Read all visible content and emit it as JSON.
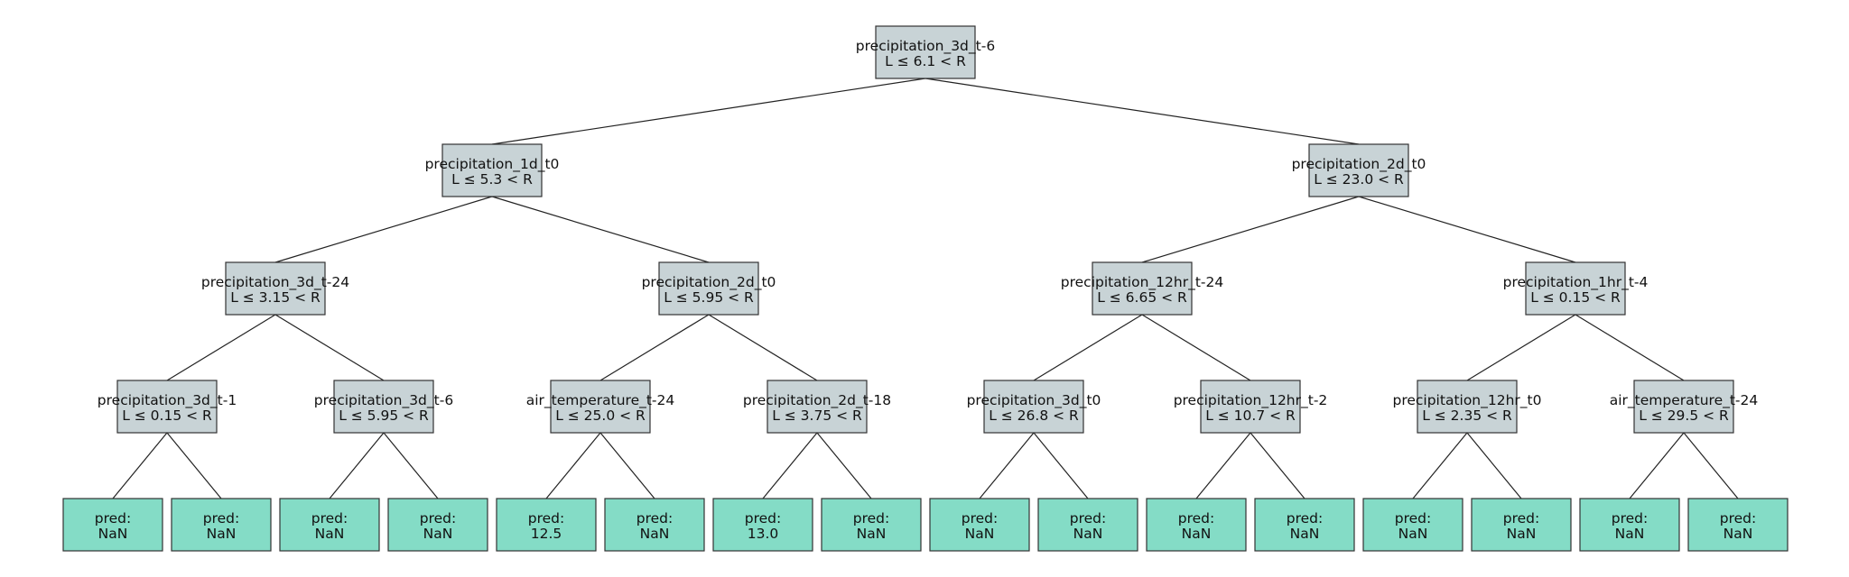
{
  "tree": {
    "nodes": [
      {
        "id": "n0",
        "type": "split",
        "feature": "precipitation_3d_t-6",
        "condition": "L ≤ 6.1 < R",
        "children": [
          "n1",
          "n2"
        ]
      },
      {
        "id": "n1",
        "type": "split",
        "feature": "precipitation_1d_t0",
        "condition": "L ≤ 5.3 < R",
        "children": [
          "n3",
          "n4"
        ]
      },
      {
        "id": "n2",
        "type": "split",
        "feature": "precipitation_2d_t0",
        "condition": "L ≤ 23.0 < R",
        "children": [
          "n5",
          "n6"
        ]
      },
      {
        "id": "n3",
        "type": "split",
        "feature": "precipitation_3d_t-24",
        "condition": "L ≤ 3.15 < R",
        "children": [
          "n7",
          "n8"
        ]
      },
      {
        "id": "n4",
        "type": "split",
        "feature": "precipitation_2d_t0",
        "condition": "L ≤ 5.95 < R",
        "children": [
          "n9",
          "n10"
        ]
      },
      {
        "id": "n5",
        "type": "split",
        "feature": "precipitation_12hr_t-24",
        "condition": "L ≤ 6.65 < R",
        "children": [
          "n11",
          "n12"
        ]
      },
      {
        "id": "n6",
        "type": "split",
        "feature": "precipitation_1hr_t-4",
        "condition": "L ≤ 0.15 < R",
        "children": [
          "n13",
          "n14"
        ]
      },
      {
        "id": "n7",
        "type": "split",
        "feature": "precipitation_3d_t-1",
        "condition": "L ≤ 0.15 < R",
        "children": [
          "l0",
          "l1"
        ]
      },
      {
        "id": "n8",
        "type": "split",
        "feature": "precipitation_3d_t-6",
        "condition": "L ≤ 5.95 < R",
        "children": [
          "l2",
          "l3"
        ]
      },
      {
        "id": "n9",
        "type": "split",
        "feature": "air_temperature_t-24",
        "condition": "L ≤ 25.0 < R",
        "children": [
          "l4",
          "l5"
        ]
      },
      {
        "id": "n10",
        "type": "split",
        "feature": "precipitation_2d_t-18",
        "condition": "L ≤ 3.75 < R",
        "children": [
          "l6",
          "l7"
        ]
      },
      {
        "id": "n11",
        "type": "split",
        "feature": "precipitation_3d_t0",
        "condition": "L ≤ 26.8 < R",
        "children": [
          "l8",
          "l9"
        ]
      },
      {
        "id": "n12",
        "type": "split",
        "feature": "precipitation_12hr_t-2",
        "condition": "L ≤ 10.7 < R",
        "children": [
          "l10",
          "l11"
        ]
      },
      {
        "id": "n13",
        "type": "split",
        "feature": "precipitation_12hr_t0",
        "condition": "L ≤ 2.35 < R",
        "children": [
          "l12",
          "l13"
        ]
      },
      {
        "id": "n14",
        "type": "split",
        "feature": "air_temperature_t-24",
        "condition": "L ≤ 29.5 < R",
        "children": [
          "l14",
          "l15"
        ]
      },
      {
        "id": "l0",
        "type": "leaf",
        "label": "pred:",
        "value": "NaN"
      },
      {
        "id": "l1",
        "type": "leaf",
        "label": "pred:",
        "value": "NaN"
      },
      {
        "id": "l2",
        "type": "leaf",
        "label": "pred:",
        "value": "NaN"
      },
      {
        "id": "l3",
        "type": "leaf",
        "label": "pred:",
        "value": "NaN"
      },
      {
        "id": "l4",
        "type": "leaf",
        "label": "pred:",
        "value": "12.5"
      },
      {
        "id": "l5",
        "type": "leaf",
        "label": "pred:",
        "value": "NaN"
      },
      {
        "id": "l6",
        "type": "leaf",
        "label": "pred:",
        "value": "13.0"
      },
      {
        "id": "l7",
        "type": "leaf",
        "label": "pred:",
        "value": "NaN"
      },
      {
        "id": "l8",
        "type": "leaf",
        "label": "pred:",
        "value": "NaN"
      },
      {
        "id": "l9",
        "type": "leaf",
        "label": "pred:",
        "value": "NaN"
      },
      {
        "id": "l10",
        "type": "leaf",
        "label": "pred:",
        "value": "NaN"
      },
      {
        "id": "l11",
        "type": "leaf",
        "label": "pred:",
        "value": "NaN"
      },
      {
        "id": "l12",
        "type": "leaf",
        "label": "pred:",
        "value": "NaN"
      },
      {
        "id": "l13",
        "type": "leaf",
        "label": "pred:",
        "value": "NaN"
      },
      {
        "id": "l14",
        "type": "leaf",
        "label": "pred:",
        "value": "NaN"
      },
      {
        "id": "l15",
        "type": "leaf",
        "label": "pred:",
        "value": "NaN"
      }
    ]
  },
  "colors": {
    "split_node": "#c8d3d6",
    "leaf_node": "#84dcc6",
    "edge": "#222222"
  }
}
